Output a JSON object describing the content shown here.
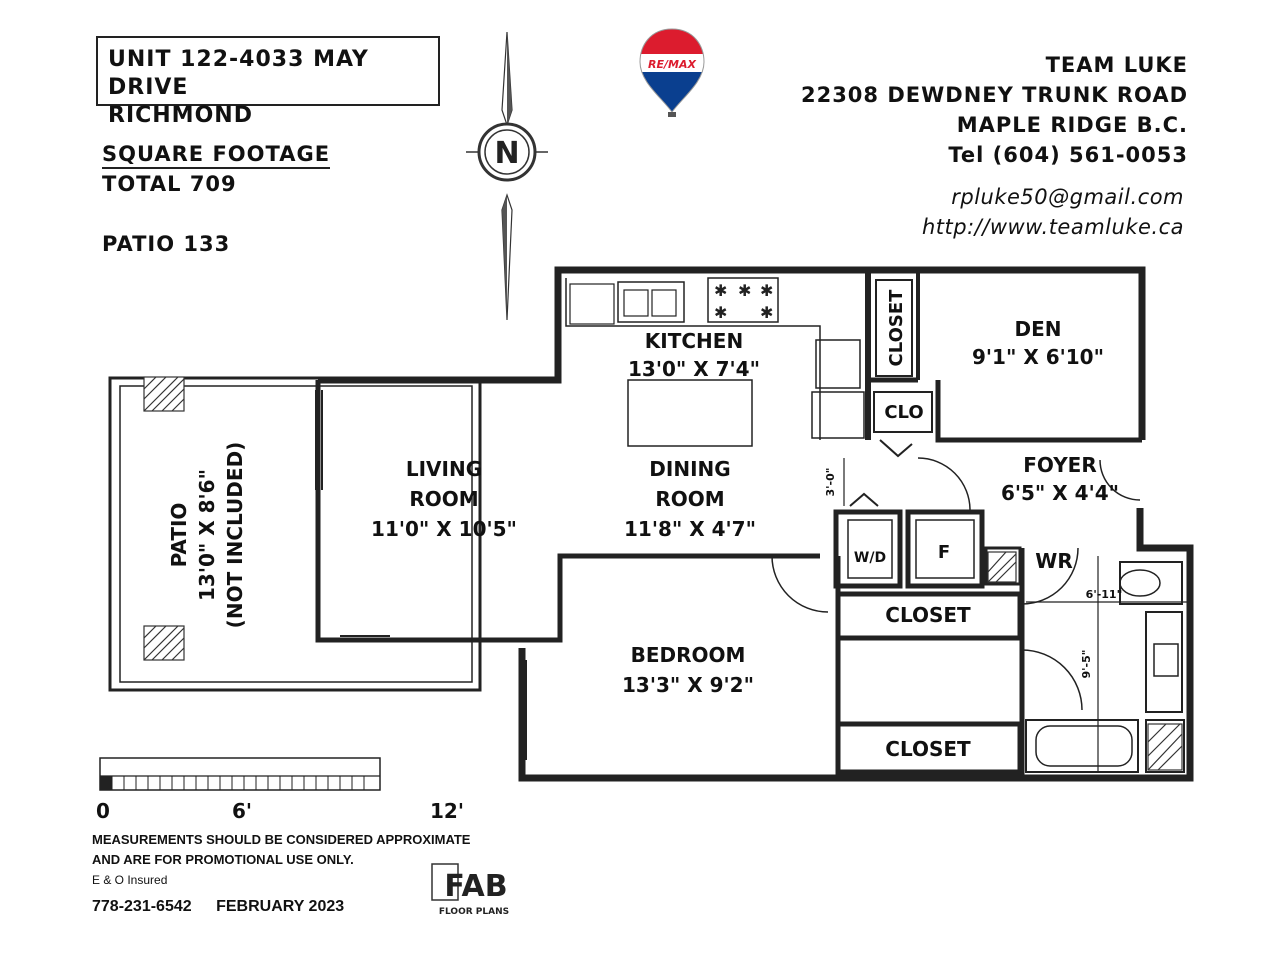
{
  "header": {
    "address_line1": "UNIT 122-4033 MAY DRIVE",
    "address_line2": "RICHMOND",
    "sqft_title": "SQUARE FOOTAGE",
    "sqft_total": "TOTAL 709",
    "patio_total": "PATIO 133"
  },
  "agent": {
    "logo_text": "RE/MAX",
    "name": "TEAM LUKE",
    "street": "22308 DEWDNEY TRUNK ROAD",
    "city": "MAPLE RIDGE B.C.",
    "phone": "Tel (604) 561-0053",
    "email": "rpluke50@gmail.com",
    "website": "http://www.teamluke.ca"
  },
  "compass": {
    "label": "N"
  },
  "rooms": {
    "kitchen": {
      "name": "KITCHEN",
      "dims": "13'0\" X 7'4\""
    },
    "den": {
      "name": "DEN",
      "dims": "9'1\" X 6'10\""
    },
    "closet_top": {
      "name": "CLOSET"
    },
    "clo": {
      "name": "CLO"
    },
    "living": {
      "name1": "LIVING",
      "name2": "ROOM",
      "dims": "11'0\" X 10'5\""
    },
    "dining": {
      "name1": "DINING",
      "name2": "ROOM",
      "dims": "11'8\" X 4'7\""
    },
    "foyer": {
      "name": "FOYER",
      "dims": "6'5\" X 4'4\""
    },
    "patio": {
      "name": "PATIO",
      "dims": "13'0\" X 8'6\"",
      "note": "(NOT INCLUDED)"
    },
    "wd": {
      "name": "W/D"
    },
    "f": {
      "name": "F"
    },
    "wr": {
      "name": "WR"
    },
    "closet_mid": {
      "name": "CLOSET"
    },
    "bedroom": {
      "name": "BEDROOM",
      "dims": "13'3\" X 9'2\""
    },
    "closet_bottom": {
      "name": "CLOSET"
    },
    "dim_3_0": "3'-0\"",
    "dim_6_11": "6'-11\"",
    "dim_9_5": "9'-5\""
  },
  "scale": {
    "label_0": "0",
    "label_6": "6'",
    "label_12": "12'"
  },
  "disclaimer": {
    "line1": "MEASUREMENTS SHOULD BE CONSIDERED APPROXIMATE",
    "line2": "AND ARE FOR PROMOTIONAL USE ONLY.",
    "line3": "E & O Insured"
  },
  "footer": {
    "phone": "778-231-6542",
    "date": "FEBRUARY 2023",
    "brand": "FAB",
    "brand_sub": "FLOOR PLANS"
  }
}
